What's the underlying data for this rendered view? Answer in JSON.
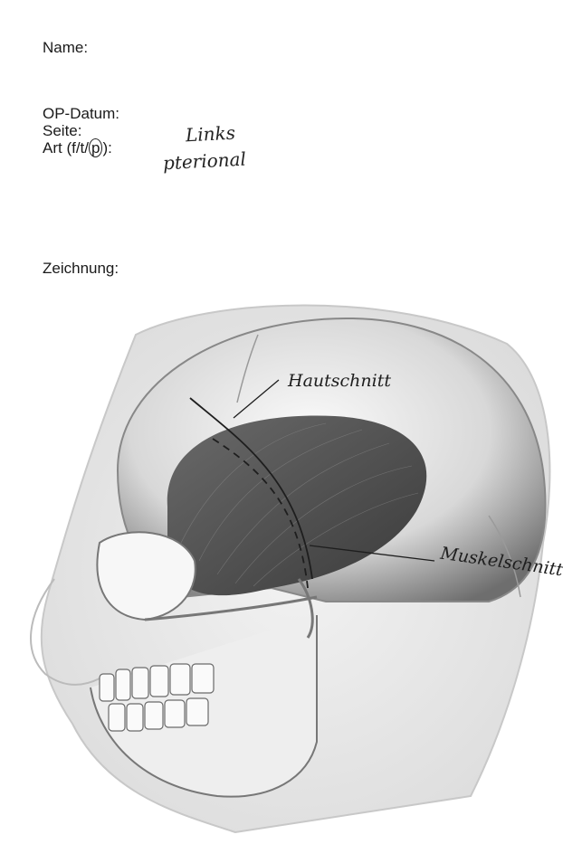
{
  "form": {
    "name_label": "Name:",
    "op_date_label": "OP-Datum:",
    "side_label": "Seite:",
    "side_value": "Links",
    "art_label_prefix": "Art (f/t/",
    "art_label_circled": "p",
    "art_label_suffix": "):",
    "art_value": "pterional",
    "drawing_label": "Zeichnung:"
  },
  "illustration": {
    "annotations": {
      "skin_incision": "Hautschnitt",
      "muscle_incision": "Muskelschnitt"
    },
    "colors": {
      "muscle": "#4b4b4b",
      "skull_light": "#f2f2f2",
      "skull_dark": "#6e6e6e",
      "ink": "#1e1e1e"
    }
  }
}
